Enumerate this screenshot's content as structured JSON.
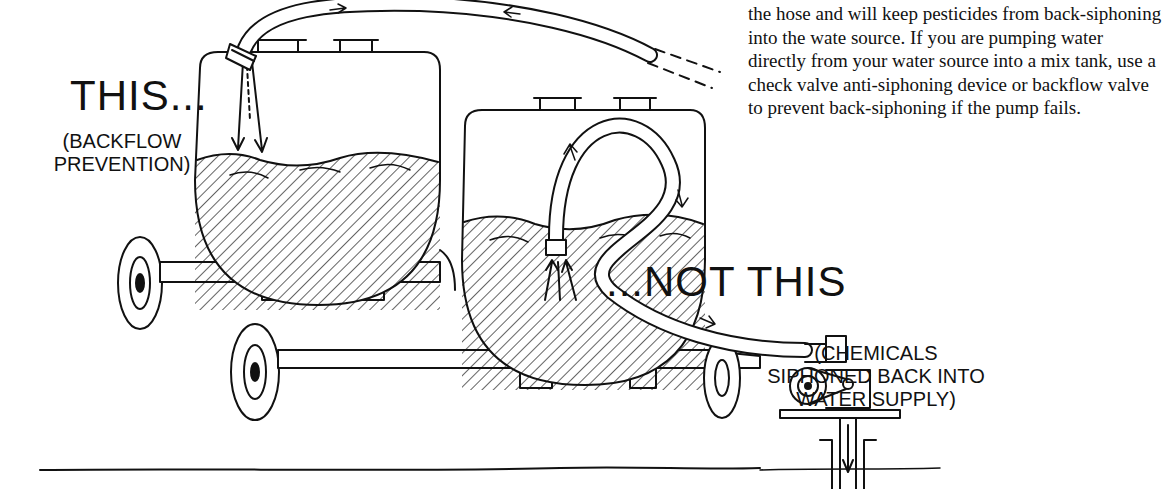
{
  "diagram": {
    "labels": [
      "the hose and will keep pesticides from back-siphoning into the wate source. If you are pumping water directly from your water source into a mix tank, use a check valve anti-siphoning device or backflow valve to prevent back-siphoning if the pump fails.",
      "THIS...",
      "(BACKFLOW PREVENTION)",
      "...NOT THIS",
      "(CHEMICALS SIPHONED BACK INTO WATER SUPPLY)"
    ]
  }
}
